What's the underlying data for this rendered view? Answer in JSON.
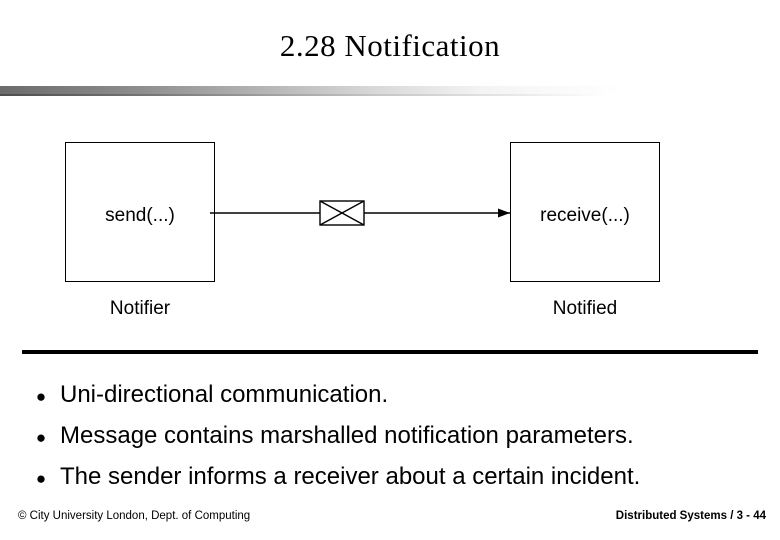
{
  "slide": {
    "title": "2.28 Notification",
    "diagram": {
      "left_box_label": "send(...)",
      "right_box_label": "receive(...)",
      "left_caption": "Notifier",
      "right_caption": "Notified",
      "arrow_icon": "envelope-icon"
    },
    "bullets": [
      {
        "marker": "●",
        "text": "Uni-directional communication."
      },
      {
        "marker": "●",
        "text": "Message contains marshalled notification parameters."
      },
      {
        "marker": "●",
        "text": "The sender informs a receiver about a certain incident."
      }
    ],
    "footer": {
      "left": "© City University London, Dept. of Computing",
      "right": "Distributed Systems / 3 - 44"
    }
  }
}
